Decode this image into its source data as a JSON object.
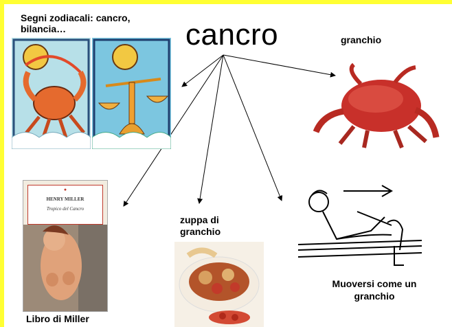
{
  "center": "cancro",
  "labels": {
    "zodiac": "Segni zodiacali: cancro, bilancia…",
    "crab": "granchio",
    "book": "Libro di Miller",
    "soup": "zuppa di granchio",
    "move": "Muoversi come un granchio"
  },
  "book_cover": {
    "author": "HENRY MILLER",
    "title": "Tropico del Cancro"
  },
  "colors": {
    "frame": "#ffff33"
  }
}
